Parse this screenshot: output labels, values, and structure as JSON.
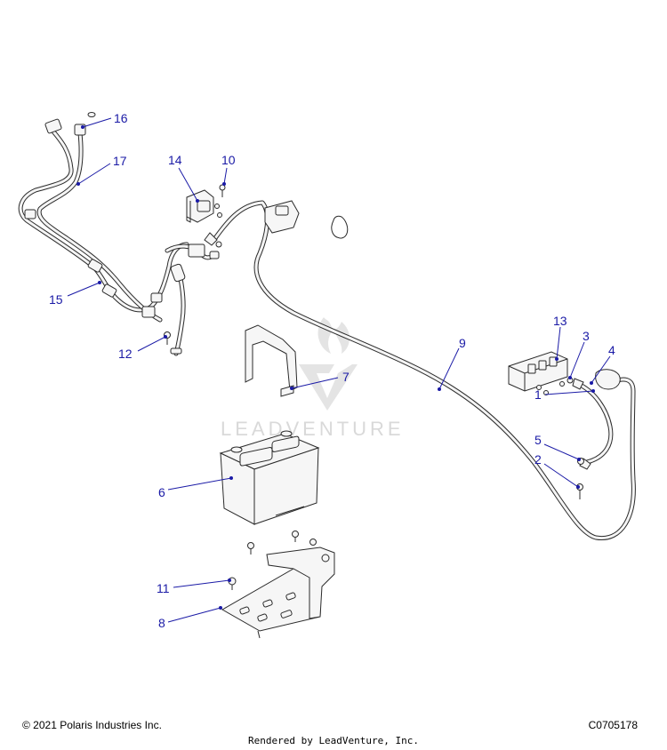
{
  "watermark": {
    "text": "LEADVENTURE"
  },
  "callouts": [
    {
      "id": "1",
      "label": "1"
    },
    {
      "id": "2",
      "label": "2"
    },
    {
      "id": "3",
      "label": "3"
    },
    {
      "id": "4",
      "label": "4"
    },
    {
      "id": "5",
      "label": "5"
    },
    {
      "id": "6",
      "label": "6"
    },
    {
      "id": "7",
      "label": "7"
    },
    {
      "id": "8",
      "label": "8"
    },
    {
      "id": "9",
      "label": "9"
    },
    {
      "id": "10",
      "label": "10"
    },
    {
      "id": "11",
      "label": "11"
    },
    {
      "id": "12",
      "label": "12"
    },
    {
      "id": "13",
      "label": "13"
    },
    {
      "id": "14",
      "label": "14"
    },
    {
      "id": "15",
      "label": "15"
    },
    {
      "id": "16",
      "label": "16"
    },
    {
      "id": "17",
      "label": "17"
    }
  ],
  "footer": {
    "copyright": "© 2021 Polaris Industries Inc.",
    "figure_code": "C0705178",
    "rendered_by": "Rendered by LeadVenture, Inc."
  },
  "colors": {
    "callout": "#1a1aa6",
    "line": "#2b2b2b",
    "watermark": "#d9d9d9"
  }
}
